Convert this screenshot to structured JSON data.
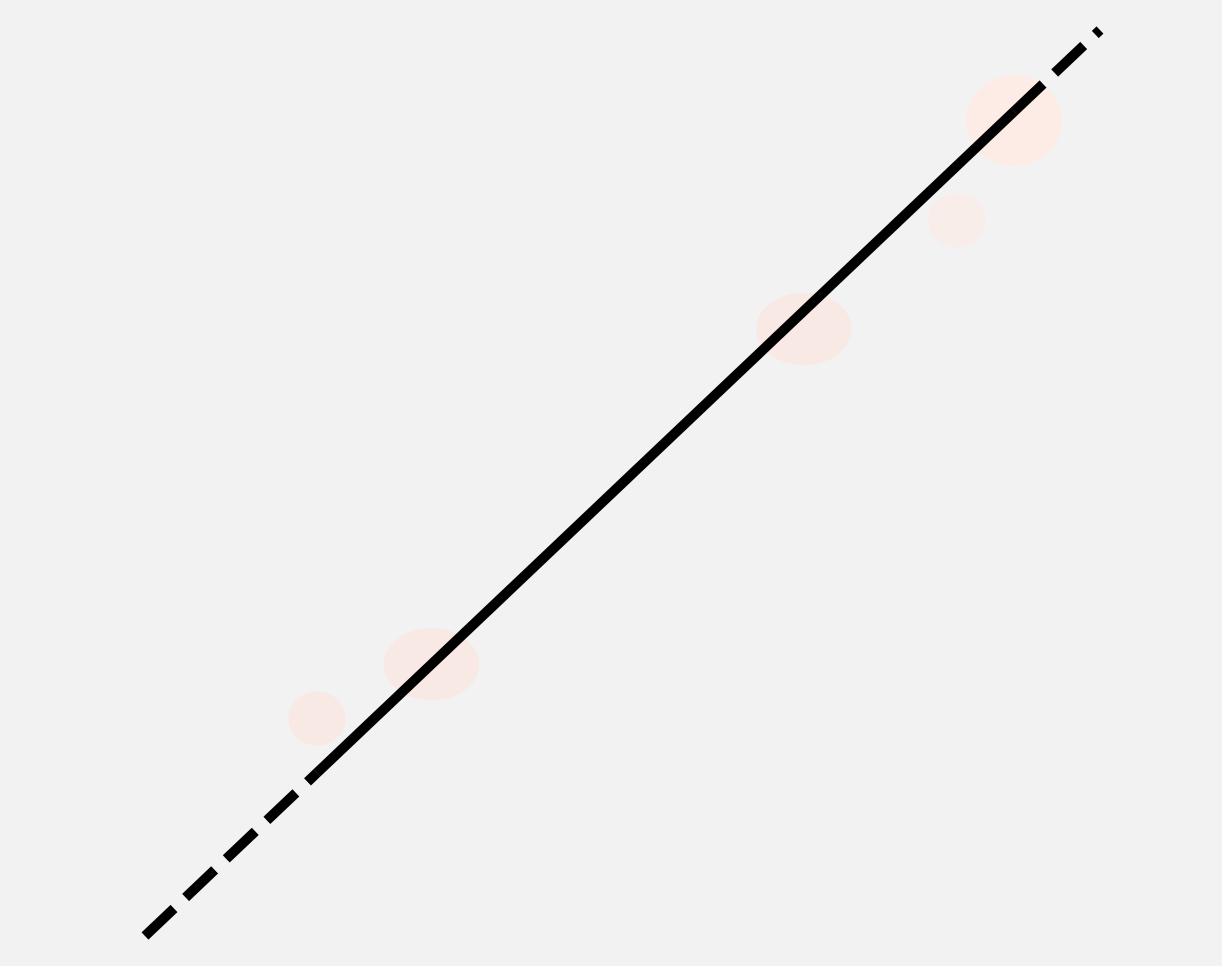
{
  "chart_data": {
    "type": "line",
    "title": "",
    "xlabel": "",
    "ylabel": "",
    "grid": false,
    "legend": "none",
    "background_color": "#f2f2f2",
    "series": [
      {
        "values": [
          {
            "x": 0.0,
            "y": 0.0
          },
          {
            "x": 0.18,
            "y": 0.17
          },
          {
            "x": 0.91,
            "y": 0.93
          },
          {
            "x": 1.0,
            "y": 1.0
          }
        ],
        "style": {
          "color": "#000000",
          "segments": [
            {
              "from": 0.0,
              "to": 0.18,
              "style": "dashed"
            },
            {
              "from": 0.18,
              "to": 0.91,
              "style": "solid"
            },
            {
              "from": 0.91,
              "to": 1.0,
              "style": "dashed"
            }
          ]
        }
      }
    ],
    "highlight_blobs": [
      {
        "x": 0.91,
        "y": 0.9,
        "rx": 0.05,
        "ry": 0.05,
        "color": "#fdebe3"
      },
      {
        "x": 0.85,
        "y": 0.79,
        "rx": 0.03,
        "ry": 0.03,
        "color": "#f9ece8"
      },
      {
        "x": 0.69,
        "y": 0.67,
        "rx": 0.05,
        "ry": 0.04,
        "color": "#f9e8e2"
      },
      {
        "x": 0.3,
        "y": 0.3,
        "rx": 0.05,
        "ry": 0.04,
        "color": "#f9e8e2"
      },
      {
        "x": 0.18,
        "y": 0.24,
        "rx": 0.03,
        "ry": 0.03,
        "color": "#f9e8e2"
      }
    ],
    "xlim": [
      0,
      1
    ],
    "ylim": [
      0,
      1
    ]
  }
}
